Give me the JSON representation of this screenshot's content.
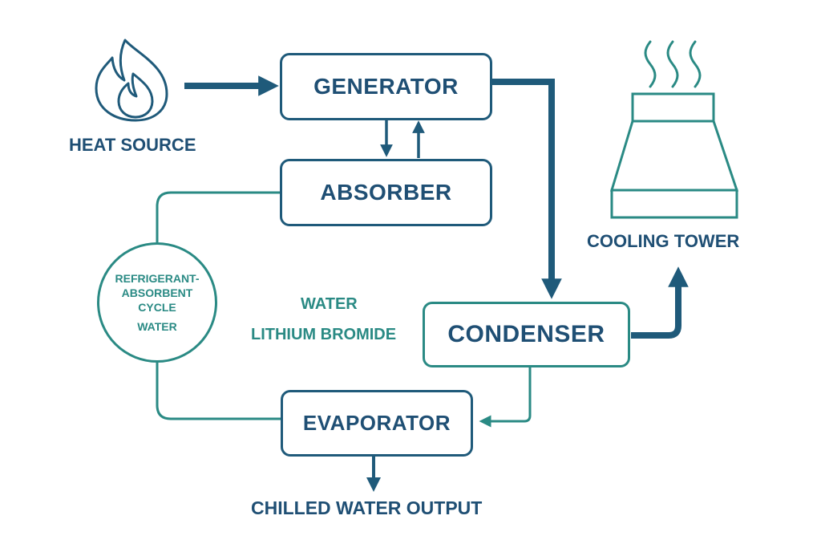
{
  "colors": {
    "dark_blue": "#1f5a7a",
    "teal": "#2a8a84",
    "text_dark": "#1f4f74"
  },
  "icons": {
    "heat": "flame-icon",
    "tower": "cooling-tower-icon"
  },
  "labels": {
    "heat_source": "HEAT SOURCE",
    "generator": "GENERATOR",
    "absorber": "ABSORBER",
    "condenser": "CONDENSER",
    "evaporator": "EVAPORATOR",
    "cooling_tower": "COOLING TOWER",
    "chilled_output": "CHILLED WATER OUTPUT",
    "water": "WATER",
    "lithium_bromide": "LITHIUM BROMIDE"
  },
  "cycle": {
    "line1": "REFRIGERANT-",
    "line2": "ABSORBENT",
    "line3": "CYCLE",
    "line4": "WATER"
  }
}
